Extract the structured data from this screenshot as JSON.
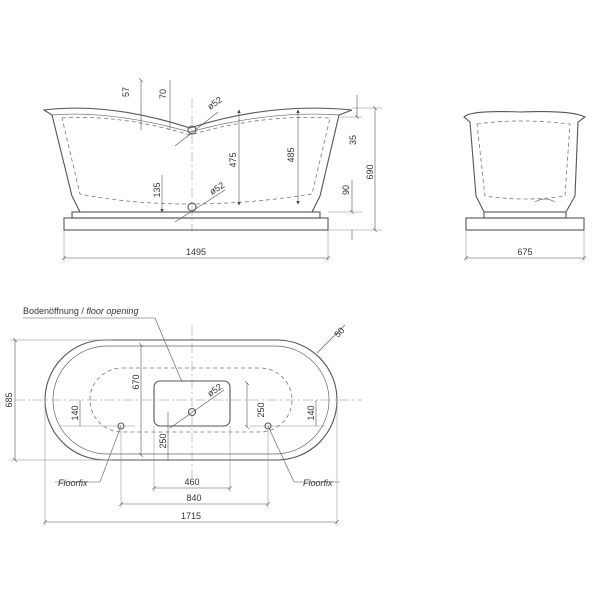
{
  "side_view": {
    "dims": {
      "d57": "57",
      "d70": "70",
      "phi52_top": "ø52",
      "d35": "35",
      "d690": "690",
      "d475": "475",
      "d485": "485",
      "d135": "135",
      "phi52_bottom": "ø52",
      "d90": "90",
      "d1495": "1495"
    }
  },
  "end_view": {
    "dims": {
      "d675": "675"
    }
  },
  "top_view": {
    "floor_opening_de": "Bodenöffnung",
    "floor_opening_sep": " / ",
    "floor_opening_en": "floor opening",
    "floorfix_left": "Floorfix",
    "floorfix_right": "Floorfix",
    "dims": {
      "d50": "50",
      "d685": "685",
      "d670": "670",
      "phi52": "ø52",
      "d140_left": "140",
      "d140_right": "140",
      "d250_left": "250",
      "d250_right": "250",
      "d460": "460",
      "d840": "840",
      "d1715": "1715"
    }
  }
}
